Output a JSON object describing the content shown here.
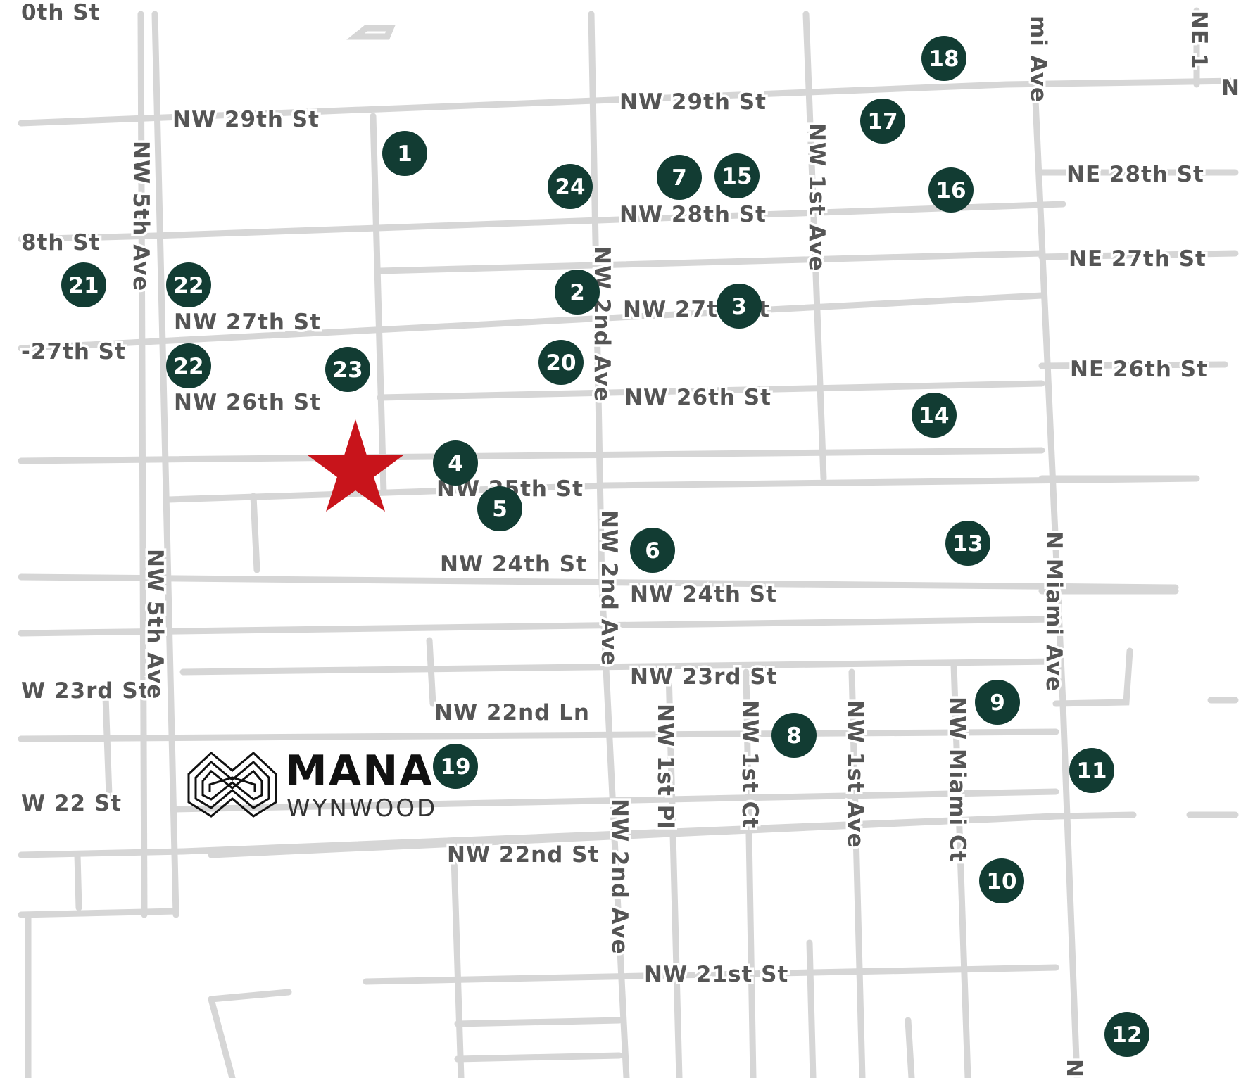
{
  "street_labels": {
    "nw29_left": "NW 29th St",
    "nw29_mid": "NW 29th St",
    "nw28_mid": "NW 28th St",
    "ne28": "NE 28th St",
    "ne27": "NE 27th St",
    "ne26": "NE 26th St",
    "nw27_left": "NW 27th St",
    "nw27_mid": "NW 27th St",
    "nw26_left": "NW 26th St",
    "nw26_mid": "NW 26th St",
    "nw25": "NW 25th St",
    "nw24_left": "NW 24th St",
    "nw24_right": "NW 24th St",
    "nw23": "NW 23rd St",
    "nw22ln": "NW 22nd Ln",
    "nw22": "NW 22nd St",
    "nw21": "NW 21st St",
    "w8th_edge": "8th St",
    "w27th_edge": "-27th St",
    "w23rd_edge": "W 23rd St",
    "w22_edge": "W 22 St",
    "top_edge": "0th St",
    "nw5_top": "NW 5th Ave",
    "nw5_bot": "NW 5th Ave",
    "nw2_top": "NW 2nd Ave",
    "nw2_mid": "NW 2nd Ave",
    "nw2_bot": "NW 2nd Ave",
    "nw1_ave_top": "NW 1st Ave",
    "nw1_ave_bot": "NW 1st Ave",
    "nw1_pl": "NW 1st Pl",
    "nw1_ct": "NW 1st Ct",
    "nw_miami_ct": "NW Miami Ct",
    "n_miami_ave": "N Miami Ave",
    "miami_top": "mi Ave",
    "ne_top": "NE 1",
    "n_right_edge": "N",
    "n_bottom": "N"
  },
  "markers": [
    {
      "label": "1"
    },
    {
      "label": "2"
    },
    {
      "label": "3"
    },
    {
      "label": "4"
    },
    {
      "label": "5"
    },
    {
      "label": "6"
    },
    {
      "label": "7"
    },
    {
      "label": "8"
    },
    {
      "label": "9"
    },
    {
      "label": "10"
    },
    {
      "label": "11"
    },
    {
      "label": "12"
    },
    {
      "label": "13"
    },
    {
      "label": "14"
    },
    {
      "label": "15"
    },
    {
      "label": "16"
    },
    {
      "label": "17"
    },
    {
      "label": "18"
    },
    {
      "label": "19"
    },
    {
      "label": "20"
    },
    {
      "label": "21"
    },
    {
      "label": "22"
    },
    {
      "label": "22"
    },
    {
      "label": "23"
    },
    {
      "label": "24"
    }
  ],
  "logo": {
    "word": "MANA",
    "sub": "WYNWOOD"
  },
  "colors": {
    "marker": "#123c33",
    "star": "#c8141b",
    "road": "#d6d6d6"
  },
  "icons": {
    "star": "star-icon",
    "logo_mark": "mana-logo-icon"
  }
}
